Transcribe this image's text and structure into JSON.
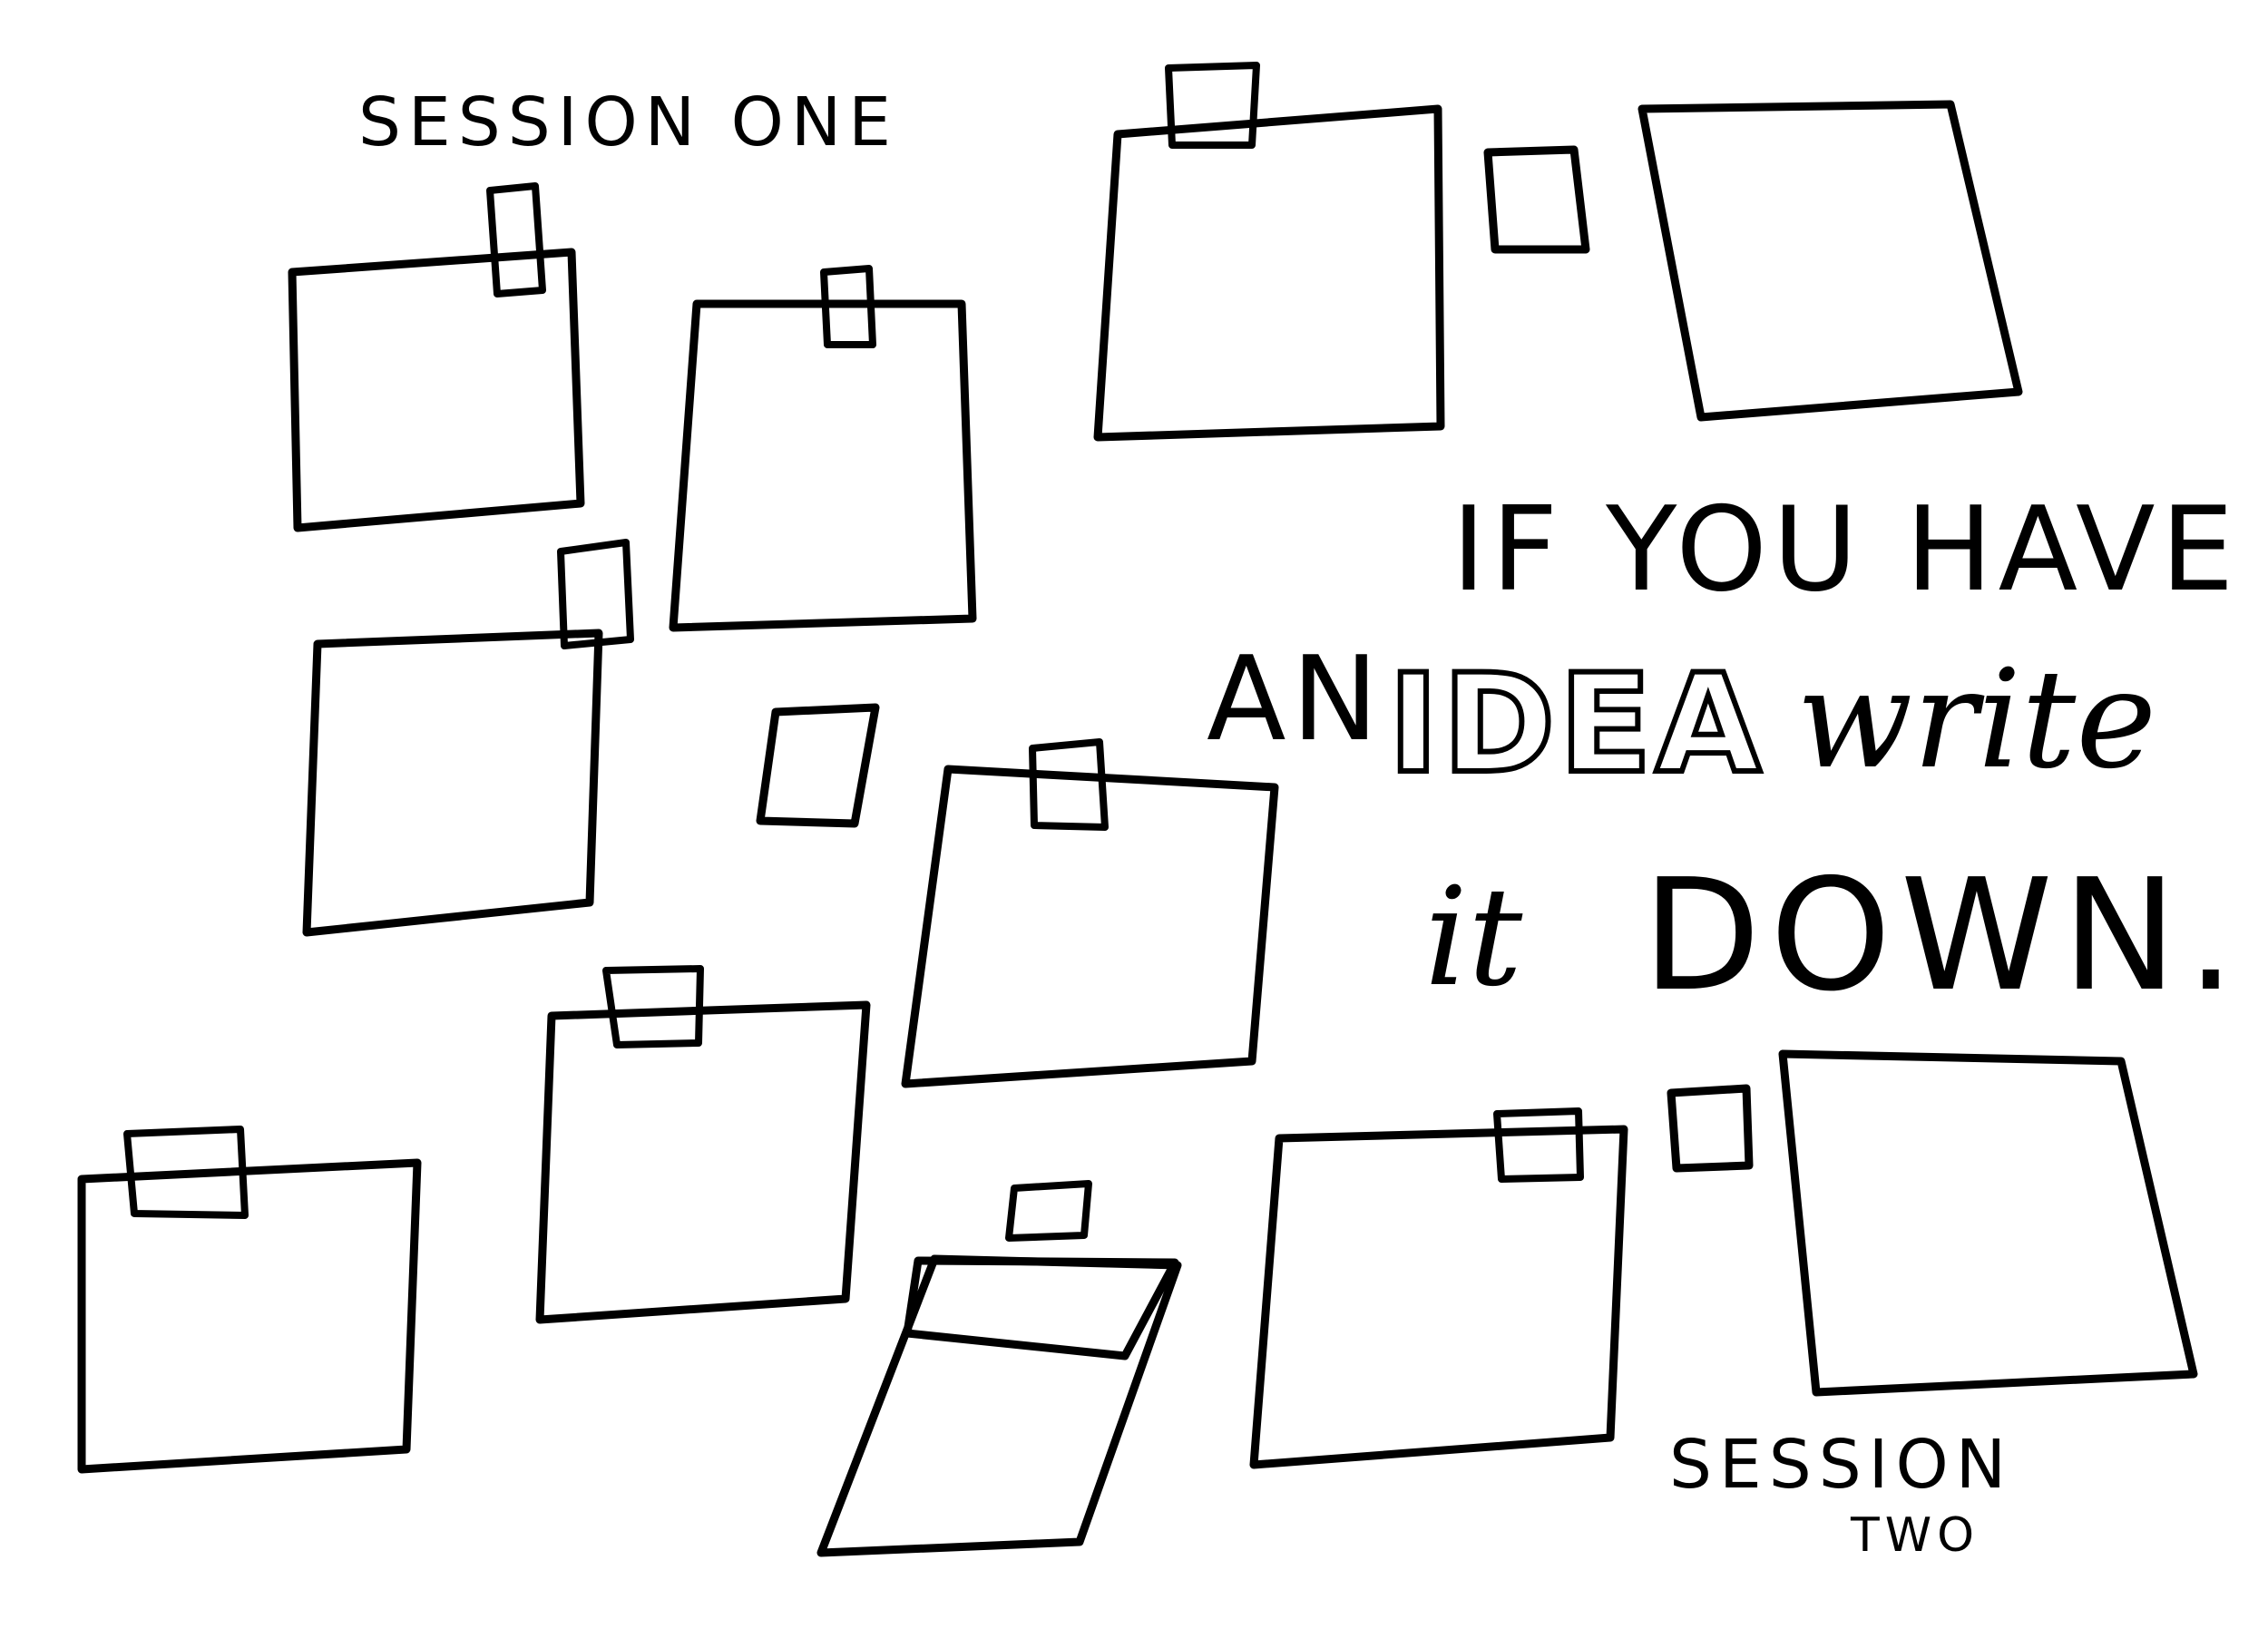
{
  "labels": {
    "session_one": "SESSION ONE",
    "session_two_line1": "SESSION",
    "session_two_line2": "TWO"
  },
  "message": {
    "line1": "IF YOU HAVE",
    "line2_prefix": "AN",
    "line2_emphasis": "IDEA",
    "line2_script": "write",
    "line3_prefix": "it",
    "line3_main": "DOWN."
  },
  "colors": {
    "ink": "#000000",
    "paper": "#ffffff"
  }
}
